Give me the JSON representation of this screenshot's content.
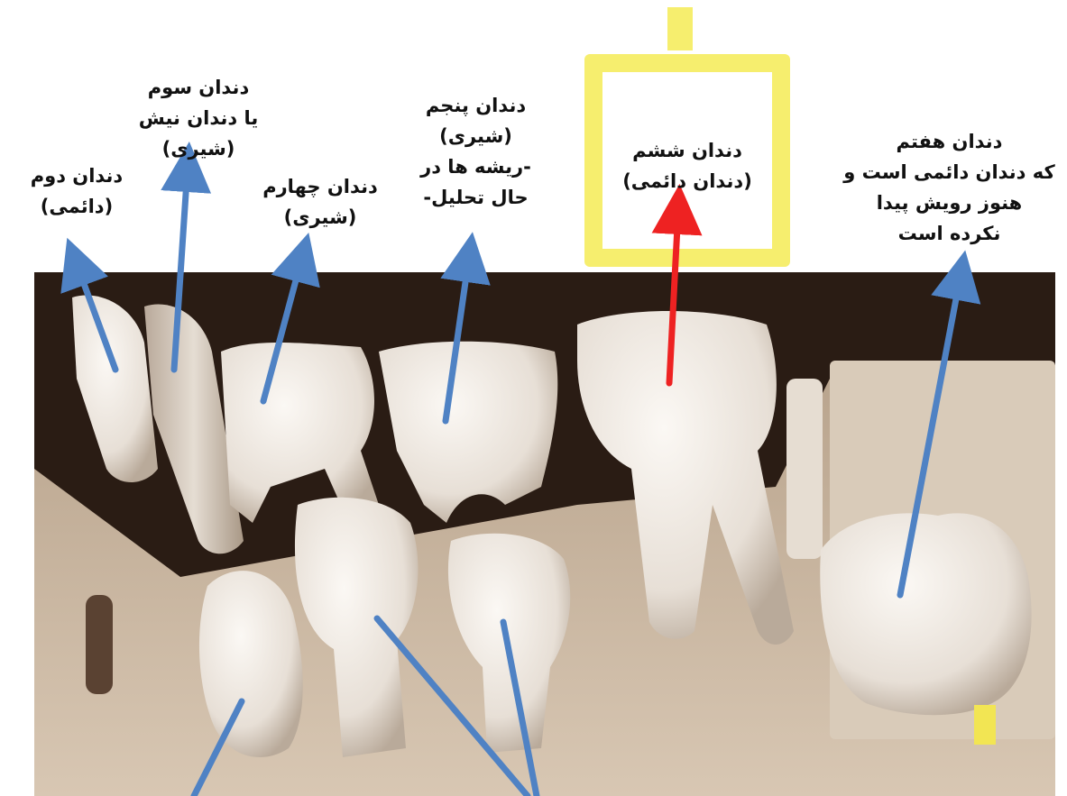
{
  "labels": {
    "tooth2": [
      "دندان دوم",
      "(دائمی)"
    ],
    "tooth3": [
      "دندان سوم",
      "یا دندان نیش",
      "(شیری)"
    ],
    "tooth4": [
      "دندان چهارم",
      "(شیری)"
    ],
    "tooth5": [
      "دندان پنجم",
      "(شیری)",
      "-ریشه ها در",
      "حال تحلیل-"
    ],
    "tooth6": [
      "دندان ششم",
      "(دندان دائمی)"
    ],
    "tooth7": [
      "دندان هفتم",
      "که دندان دائمی است و",
      "هنوز رویش پیدا",
      "نکرده است"
    ]
  },
  "colors": {
    "arrow_blue": "#4f82c4",
    "arrow_red": "#ee2222",
    "highlight_yellow": "#f6ee6e",
    "jaw_dark": "#2a1c14",
    "bone": "#cbb8a2",
    "tooth": "#efe9e2"
  },
  "highlighted_label": "tooth6"
}
